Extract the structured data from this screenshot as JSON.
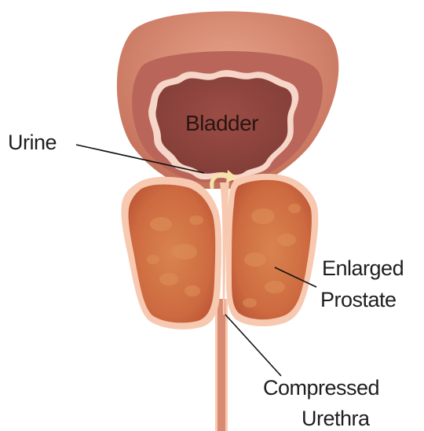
{
  "labels": {
    "bladder": "Bladder",
    "urine": "Urine",
    "enlarged_prostate_line1": "Enlarged",
    "enlarged_prostate_line2": "Prostate",
    "compressed_urethra_line1": "Compressed",
    "compressed_urethra_line2": "Urethra"
  },
  "colors": {
    "bladder_outer": "#d98a72",
    "bladder_outer_dark": "#c4705a",
    "bladder_wall": "#b9655a",
    "bladder_lining": "#f6d6c8",
    "bladder_inner": "#8f4640",
    "prostate_outline": "#f7c9b0",
    "prostate_fill": "#c65a3a",
    "prostate_texture": "#d9844f",
    "urethra": "#d98a72",
    "urine_arrow": "#f5e2a8",
    "leader_line": "#111111"
  }
}
